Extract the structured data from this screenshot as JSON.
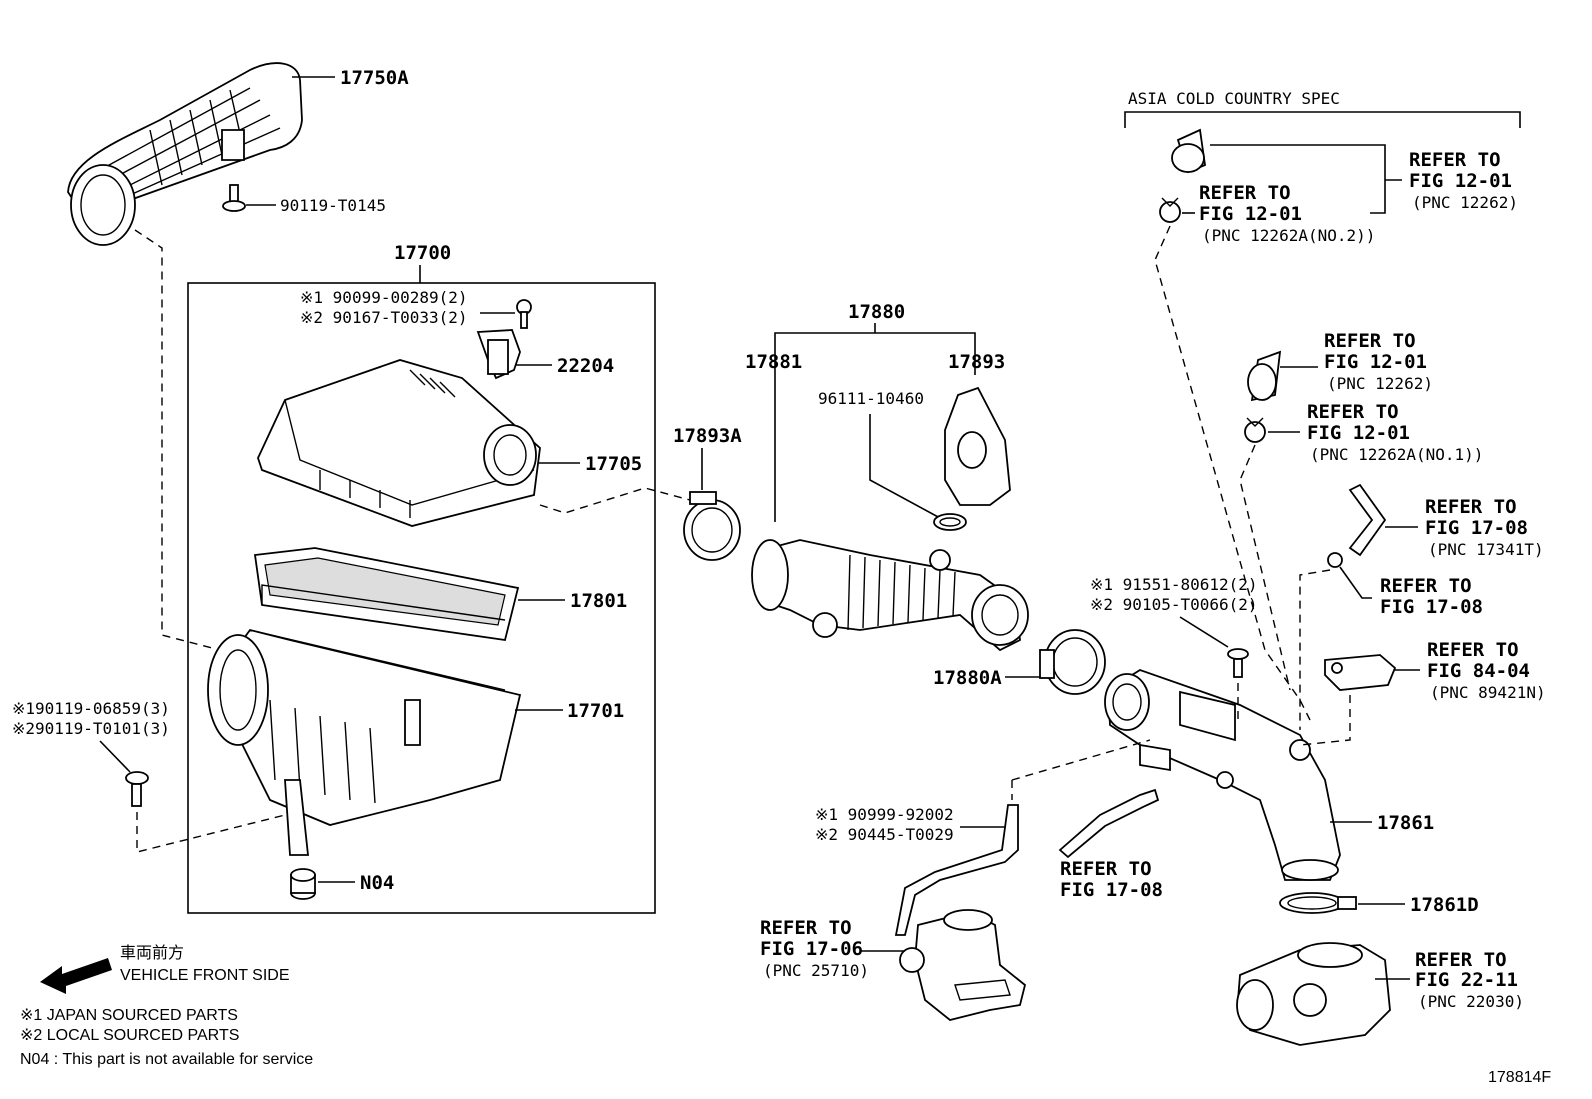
{
  "labels": {
    "p17750A": "17750A",
    "p90119T0145": "90119-T0145",
    "p17700": "17700",
    "s1_a": "※1  90099-00289(2)",
    "s2_a": "※2  90167-T0033(2)",
    "p22204": "22204",
    "p17705": "17705",
    "p17801": "17801",
    "p17701": "17701",
    "s1_b": "※190119-06859(3)",
    "s2_b": "※290119-T0101(3)",
    "pN04": "N04",
    "p17880": "17880",
    "p17881": "17881",
    "p17893": "17893",
    "p96111": "96111-10460",
    "p17893A": "17893A",
    "p17880A": "17880A",
    "s1_c": "※1  91551-80612(2)",
    "s2_c": "※2  90105-T0066(2)",
    "p17861": "17861",
    "p17861D": "17861D",
    "s1_d": "※1 90999-92002",
    "s2_d": "※2 90445-T0029",
    "asia": "ASIA COLD COUNTRY SPEC",
    "ref1_a": "REFER TO",
    "ref1_b": "FIG 12-01",
    "ref1_c": "(PNC 12262)",
    "ref2_a": "REFER TO",
    "ref2_b": "FIG 12-01",
    "ref2_c": "(PNC 12262A(NO.2))",
    "ref3_a": "REFER TO",
    "ref3_b": "FIG 12-01",
    "ref3_c": "(PNC 12262)",
    "ref4_a": "REFER TO",
    "ref4_b": "FIG 12-01",
    "ref4_c": "(PNC 12262A(NO.1))",
    "ref5_a": "REFER TO",
    "ref5_b": "FIG 17-08",
    "ref5_c": "(PNC 17341T)",
    "ref6_a": "REFER TO",
    "ref6_b": "FIG 17-08",
    "ref7_a": "REFER TO",
    "ref7_b": "FIG 84-04",
    "ref7_c": "(PNC 89421N)",
    "ref8_a": "REFER TO",
    "ref8_b": "FIG 17-08",
    "ref9_a": "REFER TO",
    "ref9_b": "FIG 17-06",
    "ref9_c": "(PNC 25710)",
    "ref10_a": "REFER TO",
    "ref10_b": "FIG 22-11",
    "ref10_c": "(PNC 22030)"
  },
  "legend": {
    "front_jp": "車両前方",
    "front_en": "VEHICLE FRONT SIDE",
    "note1": "※1  JAPAN SOURCED PARTS",
    "note2": "※2  LOCAL SOURCED PARTS",
    "note3": "N04 : This part is not available for service",
    "fig_id": "178814F"
  }
}
